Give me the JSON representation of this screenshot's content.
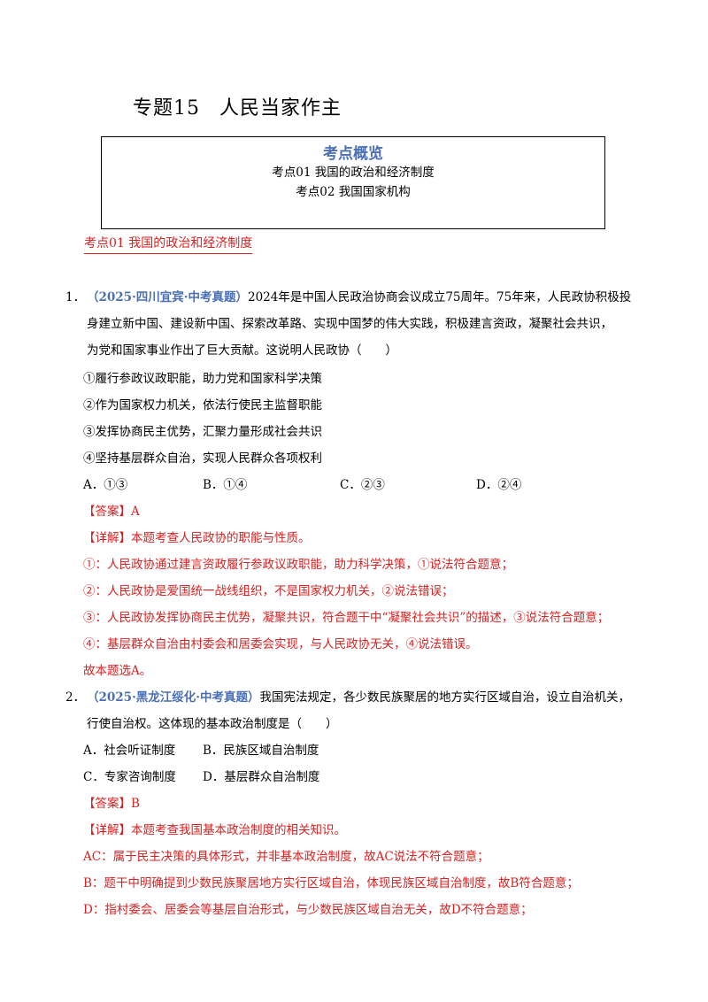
{
  "title": {
    "prefix": "专题15",
    "name": "人民当家作主"
  },
  "overview": {
    "heading": "考点概览",
    "items": [
      "考点01  我国的政治和经济制度",
      "考点02  我国国家机构"
    ]
  },
  "section1": "考点01  我国的政治和经济制度",
  "q1": {
    "num": "1．",
    "source": "（2025·四川宜宾·中考真题）",
    "lines": [
      "2024年是中国人民政治协商会议成立75周年。75年来，人民政协积极投",
      "身建立新中国、建设新中国、探索改革路、实现中国梦的伟大实践，积极建言资政，凝聚社会共识，",
      "为党和国家事业作出了巨大贡献。这说明人民政协（　　）"
    ],
    "statements": [
      "①履行参政议政职能，助力党和国家科学决策",
      "②作为国家权力机关，依法行使民主监督职能",
      "③发挥协商民主优势，汇聚力量形成社会共识",
      "④坚持基层群众自治，实现人民群众各项权利"
    ],
    "options": [
      "A．①③",
      "B．①④",
      "C．②③",
      "D．②④"
    ],
    "answer": "【答案】A",
    "detail": "【详解】本题考查人民政协的职能与性质。",
    "analysis": [
      "①：人民政协通过建言资政履行参政议政职能，助力科学决策，①说法符合题意；",
      "②：人民政协是爱国统一战线组织，不是国家权力机关，②说法错误；",
      "③：人民政协发挥协商民主优势，凝聚共识，符合题干中“凝聚社会共识”的描述，③说法符合题意；",
      "④：基层群众自治由村委会和居委会实现，与人民政协无关，④说法错误。"
    ],
    "conclusion": "故本题选A。"
  },
  "q2": {
    "num": "2．",
    "source": "（2025·黑龙江绥化·中考真题）",
    "lines": [
      "我国宪法规定，各少数民族聚居的地方实行区域自治，设立自治机关，",
      "行使自治权。这体现的基本政治制度是（　　）"
    ],
    "options": [
      "A．社会听证制度",
      "B．民族区域自治制度",
      "C．专家咨询制度",
      "D．基层群众自治制度"
    ],
    "answer": "【答案】B",
    "detail": "【详解】本题考查我国基本政治制度的相关知识。",
    "analysis": [
      "AC：属于民主决策的具体形式，并非基本政治制度，故AC说法不符合题意；",
      "B：题干中明确提到少数民族聚居地方实行区域自治，体现民族区域自治制度，故B符合题意；",
      "D：指村委会、居委会等基层自治形式，与少数民族区域自治无关，故D不符合题意；"
    ]
  }
}
